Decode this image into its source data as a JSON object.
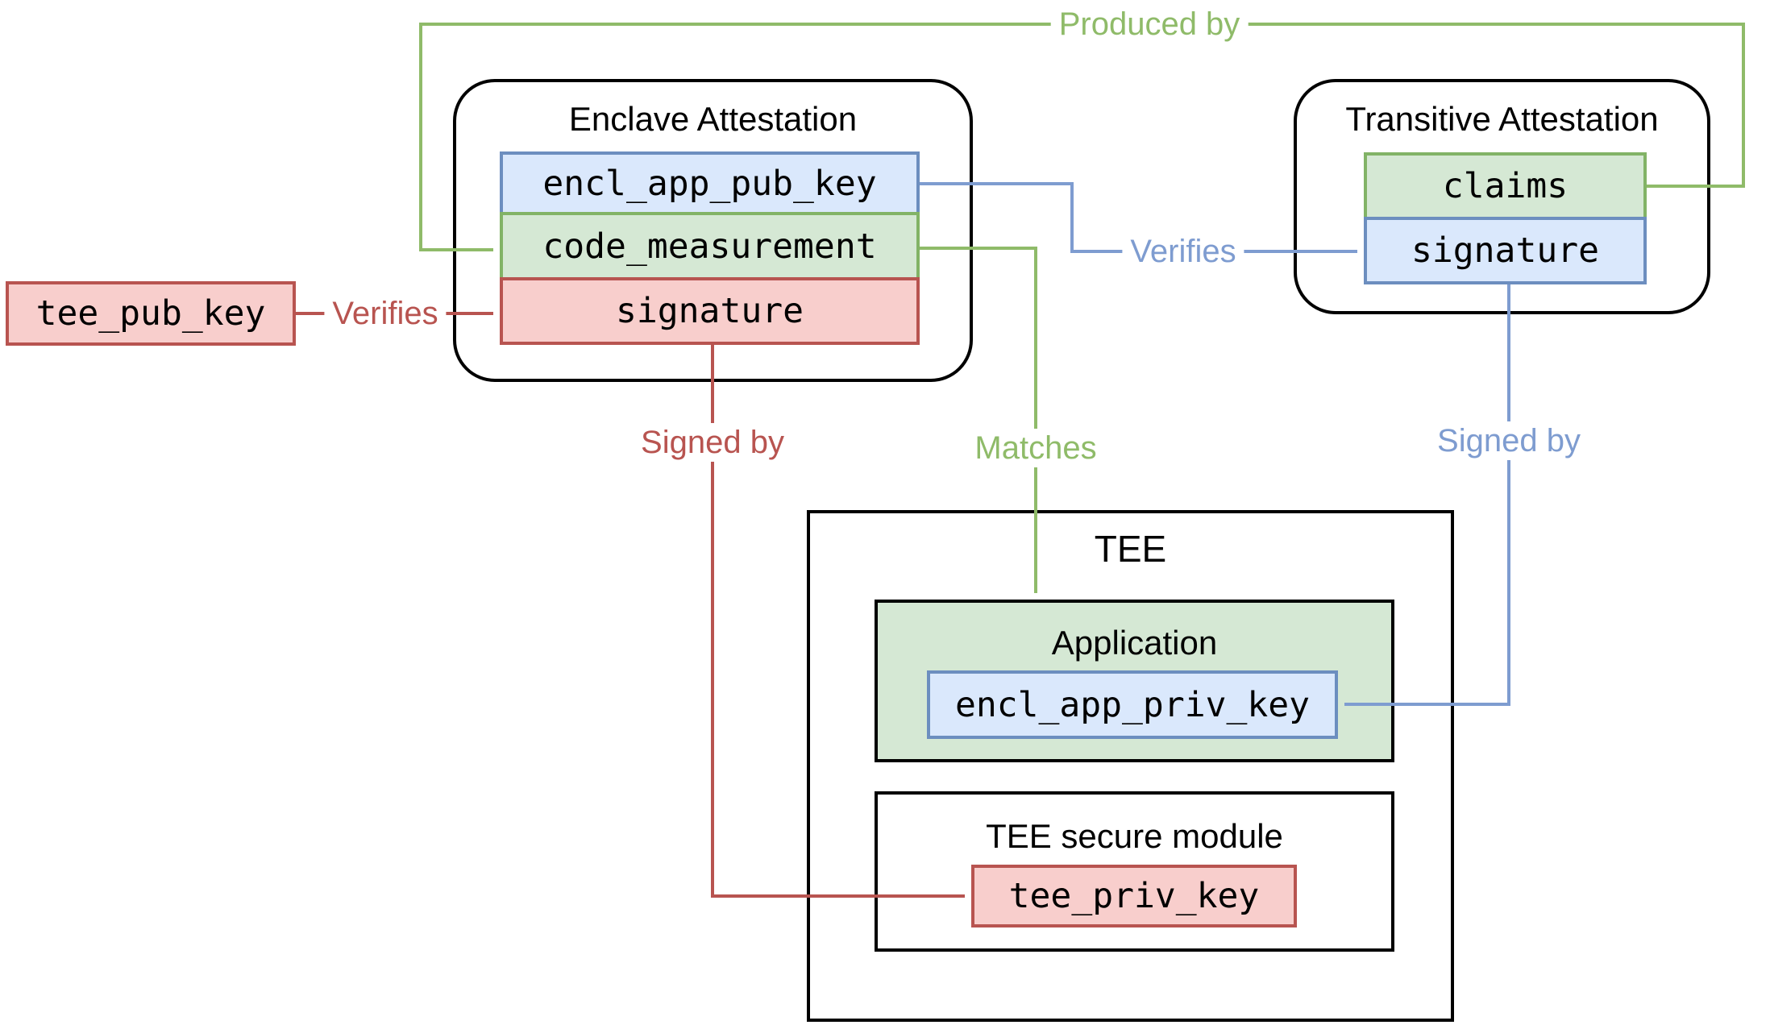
{
  "colors": {
    "background": "#ffffff",
    "black_border": "#000000",
    "blue_fill": "#dae8fc",
    "blue_border": "#6c8ebf",
    "blue_edge": "#7e9cd0",
    "green_fill": "#d5e8d4",
    "green_border": "#82b366",
    "green_edge": "#8fbb69",
    "red_fill": "#f8cecc",
    "red_border": "#b85450",
    "red_edge": "#b85450"
  },
  "nodes": {
    "tee_pub_key": {
      "label": "tee_pub_key"
    },
    "enclave_attestation": {
      "title": "Enclave Attestation",
      "fields": [
        {
          "label": "encl_app_pub_key",
          "scheme": "blue"
        },
        {
          "label": "code_measurement",
          "scheme": "green"
        },
        {
          "label": "signature",
          "scheme": "red"
        }
      ]
    },
    "transitive_attestation": {
      "title": "Transitive Attestation",
      "fields": [
        {
          "label": "claims",
          "scheme": "green"
        },
        {
          "label": "signature",
          "scheme": "blue"
        }
      ]
    },
    "tee": {
      "title": "TEE",
      "application": {
        "title": "Application",
        "key": "encl_app_priv_key"
      },
      "secure_module": {
        "title": "TEE secure module",
        "key": "tee_priv_key"
      }
    }
  },
  "edges": {
    "produced_by": {
      "label": "Produced by",
      "color": "green",
      "from": "claims",
      "to": "code_measurement"
    },
    "verifies_tee": {
      "label": "Verifies",
      "color": "red",
      "from": "tee_pub_key",
      "to": "signature (enclave attestation)"
    },
    "verifies_encl": {
      "label": "Verifies",
      "color": "blue",
      "from": "encl_app_pub_key",
      "to": "signature (transitive attestation)"
    },
    "matches": {
      "label": "Matches",
      "color": "green",
      "from": "code_measurement",
      "to": "Application"
    },
    "signed_by_tee": {
      "label": "Signed by",
      "color": "red",
      "from": "signature (enclave attestation)",
      "to": "tee_priv_key"
    },
    "signed_by_encl": {
      "label": "Signed by",
      "color": "blue",
      "from": "signature (transitive attestation)",
      "to": "encl_app_priv_key"
    }
  }
}
